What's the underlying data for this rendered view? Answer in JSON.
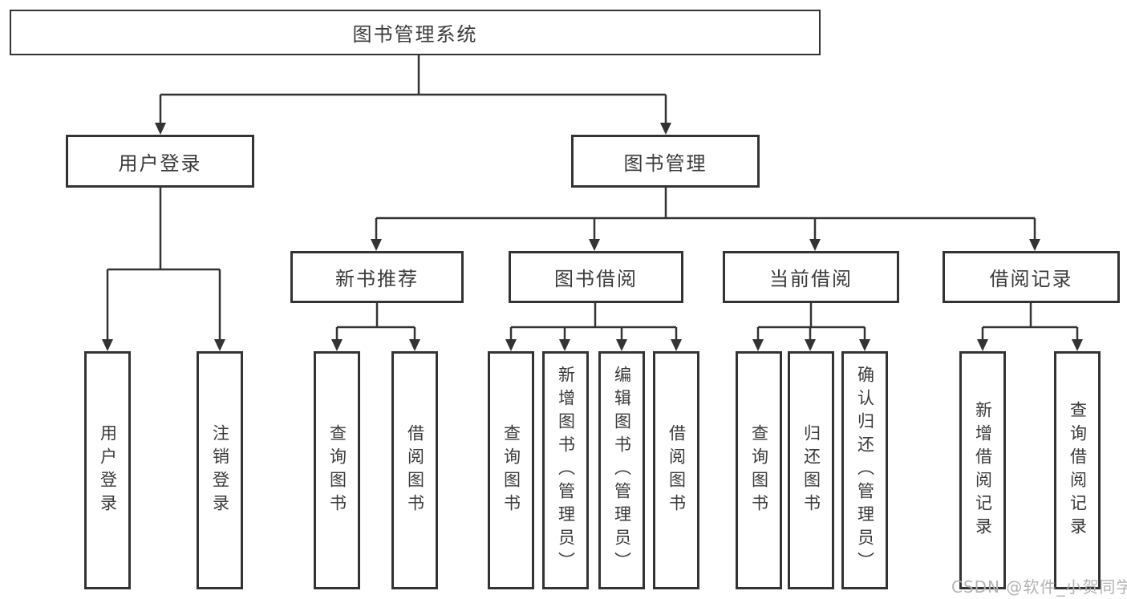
{
  "tree": {
    "root": {
      "label": "图书管理系统",
      "children": [
        {
          "label": "用户登录",
          "children": [
            {
              "label": "用户登录"
            },
            {
              "label": "注销登录"
            }
          ]
        },
        {
          "label": "图书管理",
          "children": [
            {
              "label": "新书推荐",
              "children": [
                {
                  "label": "查询图书"
                },
                {
                  "label": "借阅图书"
                }
              ]
            },
            {
              "label": "图书借阅",
              "children": [
                {
                  "label": "查询图书"
                },
                {
                  "label": "新增图书（管理员）"
                },
                {
                  "label": "编辑图书（管理员）"
                },
                {
                  "label": "借阅图书"
                }
              ]
            },
            {
              "label": "当前借阅",
              "children": [
                {
                  "label": "查询图书"
                },
                {
                  "label": "归还图书"
                },
                {
                  "label": "确认归还（管理员）"
                }
              ]
            },
            {
              "label": "借阅记录",
              "children": [
                {
                  "label": "新增借阅记录"
                },
                {
                  "label": "查询借阅记录"
                }
              ]
            }
          ]
        }
      ]
    }
  },
  "watermark": {
    "text": "CSDN @软件_小贺同学"
  },
  "colors": {
    "line": "#333333",
    "box_border": "#333333",
    "text": "#3a3a3a",
    "watermark": "#b3b3b3",
    "background": "#ffffff"
  }
}
